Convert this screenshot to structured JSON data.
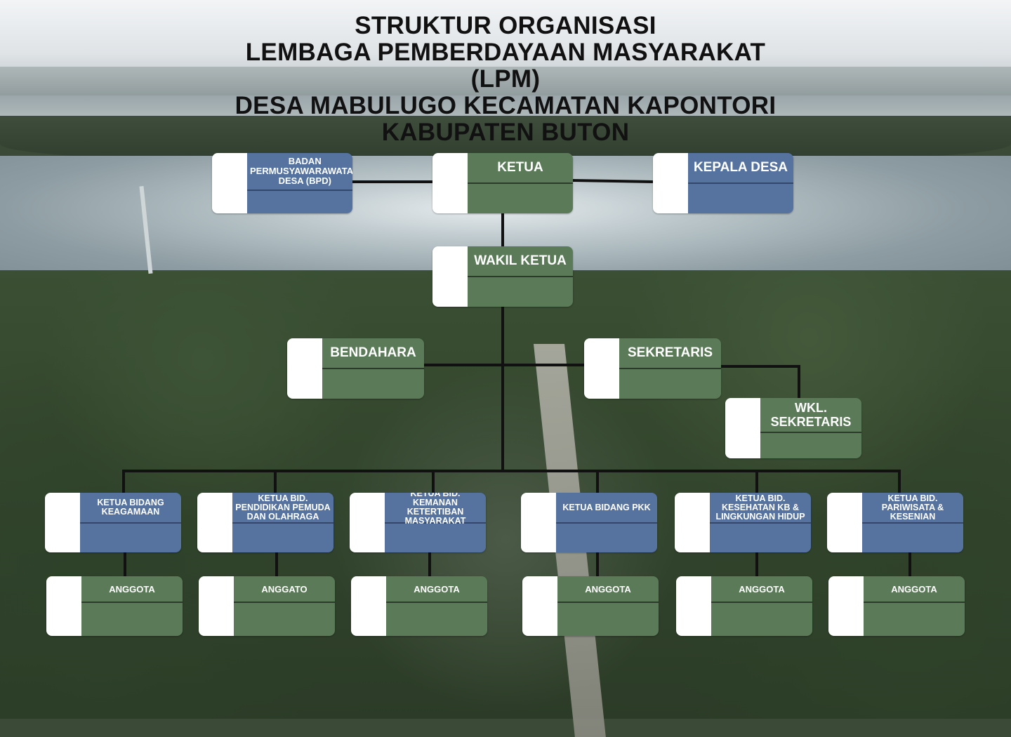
{
  "title": {
    "line1": "STRUKTUR ORGANISASI",
    "line2": "LEMBAGA PEMBERDAYAAN MASYARAKAT (LPM)",
    "line3": "DESA MABULUGO KECAMATAN KAPONTORI",
    "line4": "KABUPATEN BUTON"
  },
  "colors": {
    "green": "#5b7b58",
    "blue": "#5673a0",
    "line": "#111111",
    "photo": "#ffffff"
  },
  "top": {
    "bpd": "BADAN PERMUSYAWARAWATAN DESA (BPD)",
    "ketua": "KETUA",
    "kepala_desa": "KEPALA DESA"
  },
  "wakil_ketua": "WAKIL KETUA",
  "bendahara": "BENDAHARA",
  "sekretaris": "SEKRETARIS",
  "wkl_sekretaris": "WKL. SEKRETARIS",
  "bidang": [
    {
      "label": "KETUA BIDANG KEAGAMAAN",
      "member": "ANGGOTA"
    },
    {
      "label": "KETUA BID. PENDIDIKAN PEMUDA DAN OLAHRAGA",
      "member": "ANGGATO"
    },
    {
      "label": "KETUA BID. KEMANAN KETERTIBAN MASYARAKAT",
      "member": "ANGGOTA"
    },
    {
      "label": "KETUA BIDANG PKK",
      "member": "ANGGOTA"
    },
    {
      "label": "KETUA BID. KESEHATAN KB & LINGKUNGAN HIDUP",
      "member": "ANGGOTA"
    },
    {
      "label": "KETUA BID. PARIWISATA & KESENIAN",
      "member": "ANGGOTA"
    }
  ]
}
